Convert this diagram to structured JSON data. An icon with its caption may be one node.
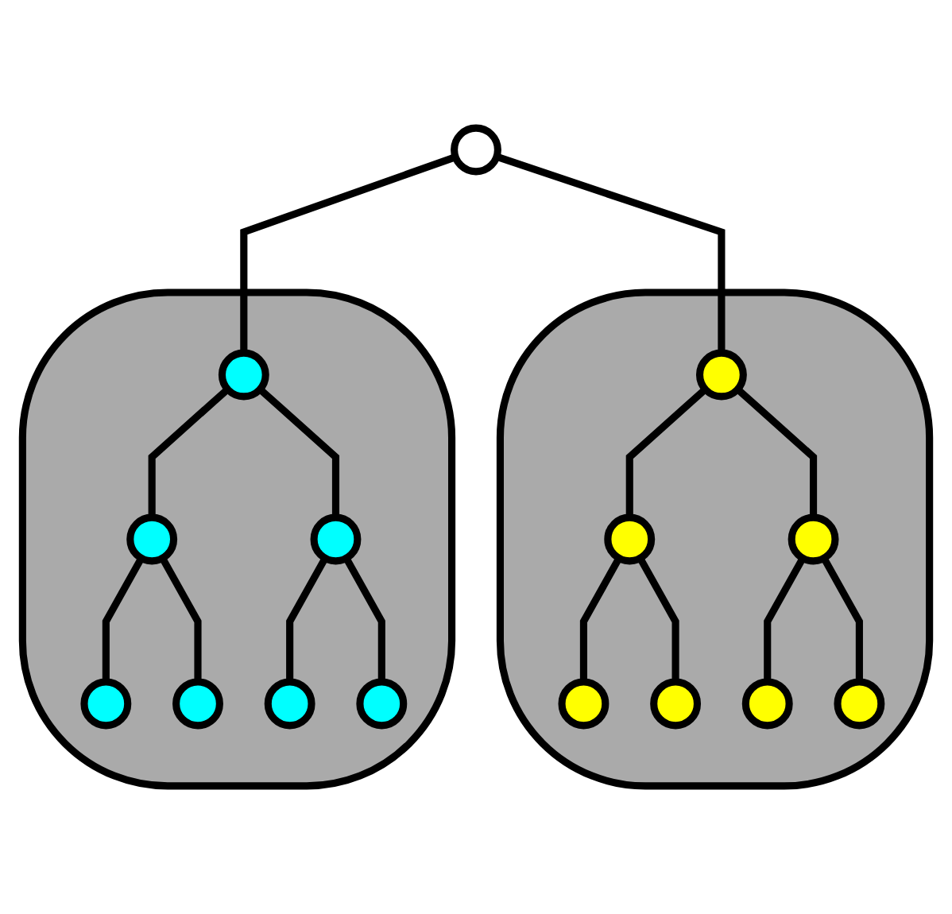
{
  "diagram": {
    "nodes": [
      {
        "text": [],
        "shape": "circle"
      },
      {
        "text": [],
        "shape": "blob"
      },
      {
        "text": [],
        "shape": "circle",
        "in": 1
      },
      {
        "text": [],
        "shape": "circle",
        "in": 1
      },
      {
        "text": [],
        "shape": "circle",
        "in": 1
      },
      {
        "text": [],
        "shape": "circle",
        "in": 1
      },
      {
        "text": [],
        "shape": "circle",
        "in": 1
      },
      {
        "text": [],
        "shape": "circle",
        "in": 1
      },
      {
        "text": [],
        "shape": "circle",
        "in": 1
      },
      {
        "text": [],
        "shape": "blob"
      },
      {
        "text": [],
        "shape": "circle",
        "in": 9
      },
      {
        "text": [],
        "shape": "circle",
        "in": 9
      },
      {
        "text": [],
        "shape": "circle",
        "in": 9
      },
      {
        "text": [],
        "shape": "circle",
        "in": 9
      },
      {
        "text": [],
        "shape": "circle",
        "in": 9
      },
      {
        "text": [],
        "shape": "circle",
        "in": 9
      },
      {
        "text": [],
        "shape": "circle",
        "in": 9
      }
    ],
    "edges": [
      {
        "from": 0,
        "to": 2,
        "arrow": "none"
      },
      {
        "from": 0,
        "to": 10,
        "arrow": "none"
      },
      {
        "from": 2,
        "to": 3,
        "arrow": "none"
      },
      {
        "from": 2,
        "to": 4,
        "arrow": "none"
      },
      {
        "from": 3,
        "to": 5,
        "arrow": "none"
      },
      {
        "from": 3,
        "to": 6,
        "arrow": "none"
      },
      {
        "from": 4,
        "to": 7,
        "arrow": "none"
      },
      {
        "from": 4,
        "to": 8,
        "arrow": "none"
      },
      {
        "from": 10,
        "to": 11,
        "arrow": "none"
      },
      {
        "from": 10,
        "to": 12,
        "arrow": "none"
      },
      {
        "from": 11,
        "to": 13,
        "arrow": "none"
      },
      {
        "from": 11,
        "to": 14,
        "arrow": "none"
      },
      {
        "from": 12,
        "to": 15,
        "arrow": "none"
      },
      {
        "from": 12,
        "to": 16,
        "arrow": "none"
      }
    ]
  }
}
